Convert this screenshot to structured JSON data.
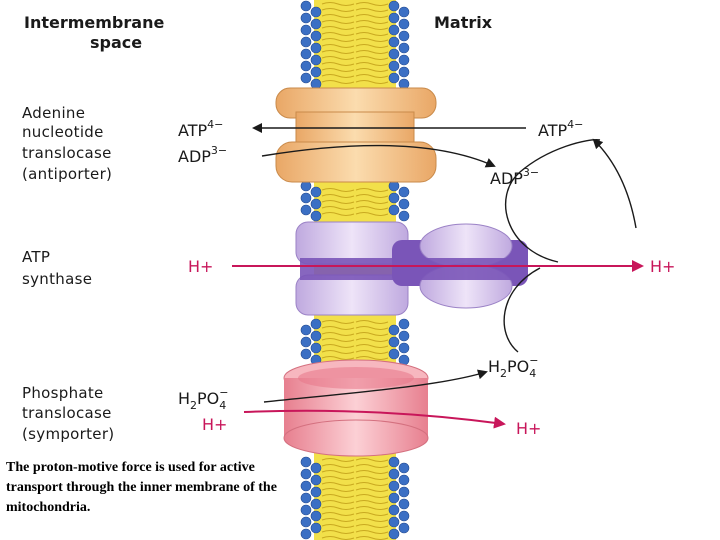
{
  "regions": {
    "intermembrane": [
      "Intermembrane",
      "space"
    ],
    "matrix": "Matrix"
  },
  "labels": {
    "antiporter": [
      "Adenine",
      "nucleotide",
      "translocase",
      "(antiporter)"
    ],
    "synthase": [
      "ATP",
      "synthase"
    ],
    "symporter": [
      "Phosphate",
      "translocase",
      "(symporter)"
    ]
  },
  "chemicals": {
    "atp_base": "ATP",
    "atp_charge": "4−",
    "adp_base": "ADP",
    "adp_charge": "3−",
    "h_plus": "H+",
    "h2po4_h": "H",
    "h2po4_sub2": "2",
    "h2po4_po": "PO",
    "h2po4_sub4": "4",
    "h2po4_charge": "−"
  },
  "caption": "The proton-motive force is used for active transport through the inner membrane of the mitochondria.",
  "colors": {
    "membrane_tail": "#f2e04a",
    "lipid_head": "#3b6fc4",
    "antiporter": "#f6c98c",
    "synthase": "#d9c8ec",
    "synthase_core": "#7a55b8",
    "symporter": "#f2a3ad",
    "proton_arrow": "#c8165a"
  }
}
